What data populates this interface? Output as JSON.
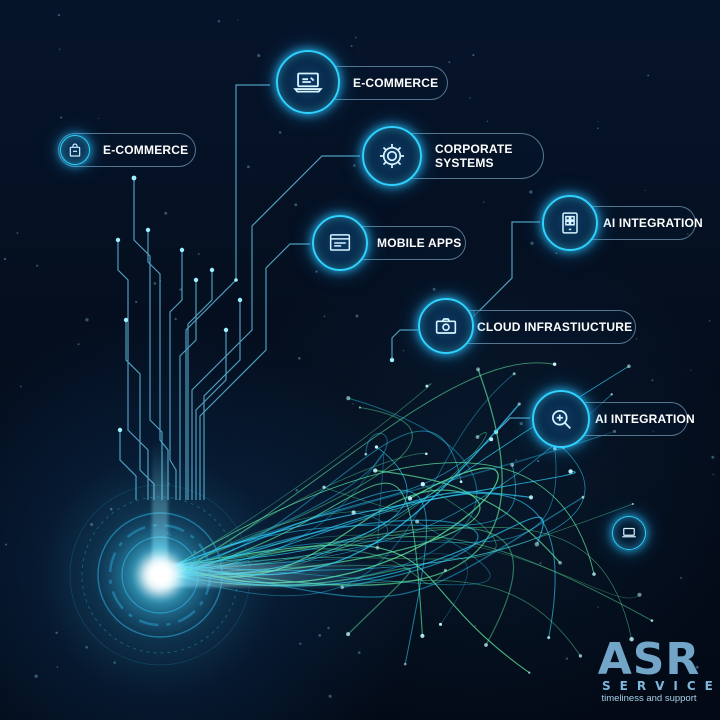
{
  "labels": {
    "ecommerce_left": "E-COMMERCE",
    "ecommerce_top": "E-COMMERCE",
    "corporate_line1": "CORPORATE",
    "corporate_line2": "SYSTEMS",
    "mobile_apps": "MOBILE APPS",
    "ai_integration_top": "AI INTEGRATION",
    "cloud_infrastructure": "CLOUD INFRASTIUCTURE",
    "ai_integration_bottom": "AI INTEGRATION"
  },
  "icons": {
    "ecommerce_left": "shopping-bag-icon",
    "ecommerce_top": "laptop-icon",
    "corporate": "gear-icon",
    "mobile_apps": "browser-window-icon",
    "ai_integration_top": "tablet-icon",
    "cloud": "camera-icon",
    "ai_integration_bottom": "magnifier-icon",
    "end_node": "laptop-outline-icon"
  },
  "logo": {
    "brand": "ASR",
    "sub": "SERVICE",
    "tagline": "timeliness and support"
  },
  "colors": {
    "accent": "#2fd2ff",
    "glow": "#c8f6ff",
    "green_fiber": "#5fe8a0",
    "background": "#040d1c"
  }
}
